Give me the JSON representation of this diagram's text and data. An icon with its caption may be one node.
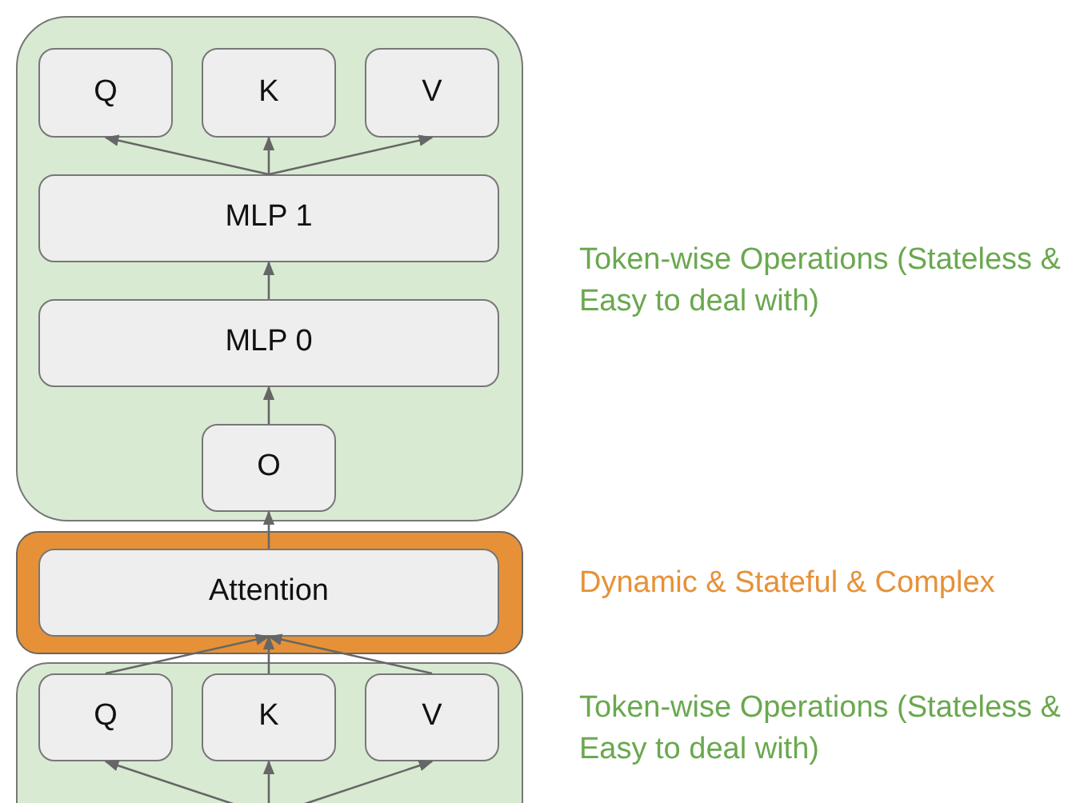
{
  "diagram": {
    "nodes": [
      {
        "text": [],
        "shape": "box",
        "beside": [
          "Token-wise Operations (Stateless & Easy to deal with)"
        ]
      },
      {
        "text": [
          "Q"
        ],
        "in": 0
      },
      {
        "text": [
          "K"
        ],
        "in": 0
      },
      {
        "text": [
          "V"
        ],
        "in": 0
      },
      {
        "text": [
          "MLP 1"
        ],
        "in": 0
      },
      {
        "text": [
          "MLP 0"
        ],
        "in": 0
      },
      {
        "text": [
          "O"
        ],
        "in": 0
      },
      {
        "text": [],
        "shape": "box",
        "beside": [
          "Dynamic & Stateful & Complex"
        ]
      },
      {
        "text": [
          "Attention"
        ],
        "in": 7
      },
      {
        "text": [],
        "shape": "box",
        "beside": [
          "Token-wise Operations (Stateless & Easy to deal with)"
        ]
      },
      {
        "text": [
          "Q"
        ],
        "in": 9
      },
      {
        "text": [
          "K"
        ],
        "in": 9
      },
      {
        "text": [
          "V"
        ],
        "in": 9
      }
    ],
    "edges": [
      {
        "from": 4,
        "to": 1,
        "arrow": "to"
      },
      {
        "from": 4,
        "to": 2,
        "arrow": "to"
      },
      {
        "from": 4,
        "to": 3,
        "arrow": "to"
      },
      {
        "from": 5,
        "to": 4,
        "arrow": "to"
      },
      {
        "from": 6,
        "to": 5,
        "arrow": "to"
      },
      {
        "from": 8,
        "to": 6,
        "arrow": "to"
      },
      {
        "from": 10,
        "to": 8,
        "arrow": "to"
      },
      {
        "from": 11,
        "to": 8,
        "arrow": "to"
      },
      {
        "from": 12,
        "to": 8,
        "arrow": "to"
      },
      {
        "from": null,
        "to": 10,
        "arrow": "to"
      },
      {
        "from": null,
        "to": 11,
        "arrow": "to"
      },
      {
        "from": null,
        "to": 12,
        "arrow": "to"
      }
    ]
  }
}
